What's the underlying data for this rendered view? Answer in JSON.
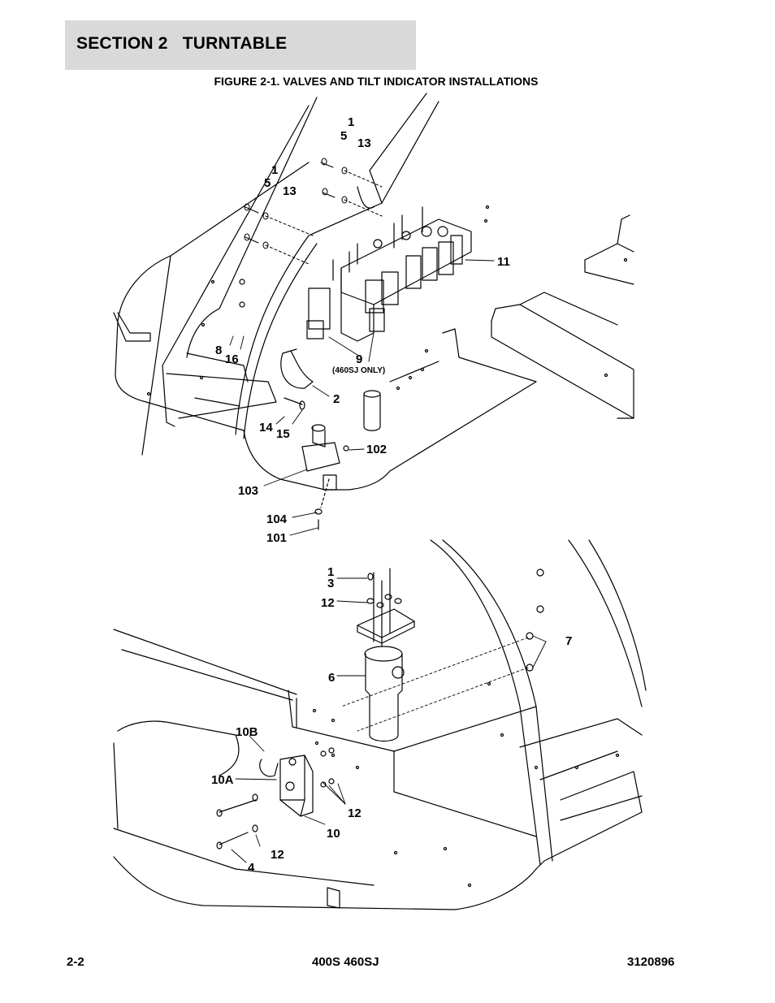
{
  "header": {
    "section": "SECTION 2",
    "title": "TURNTABLE"
  },
  "figure": {
    "title": "FIGURE 2-1. VALVES AND TILT INDICATOR INSTALLATIONS"
  },
  "callouts": {
    "c_1a": "1",
    "c_5a": "5",
    "c_13a": "13",
    "c_1b": "1",
    "c_5b": "5",
    "c_13b": "13",
    "c_11": "11",
    "c_8": "8",
    "c_16": "16",
    "c_9": "9",
    "c_460": "(460SJ ONLY)",
    "c_2": "2",
    "c_14": "14",
    "c_15": "15",
    "c_102": "102",
    "c_103": "103",
    "c_104": "104",
    "c_101": "101",
    "c_1c": "1",
    "c_3": "3",
    "c_12a": "12",
    "c_7": "7",
    "c_6": "6",
    "c_10b": "10B",
    "c_10a": "10A",
    "c_12b": "12",
    "c_10": "10",
    "c_12c": "12",
    "c_4": "4"
  },
  "footer": {
    "page": "2-2",
    "model": "400S 460SJ",
    "doc_number": "3120896"
  }
}
